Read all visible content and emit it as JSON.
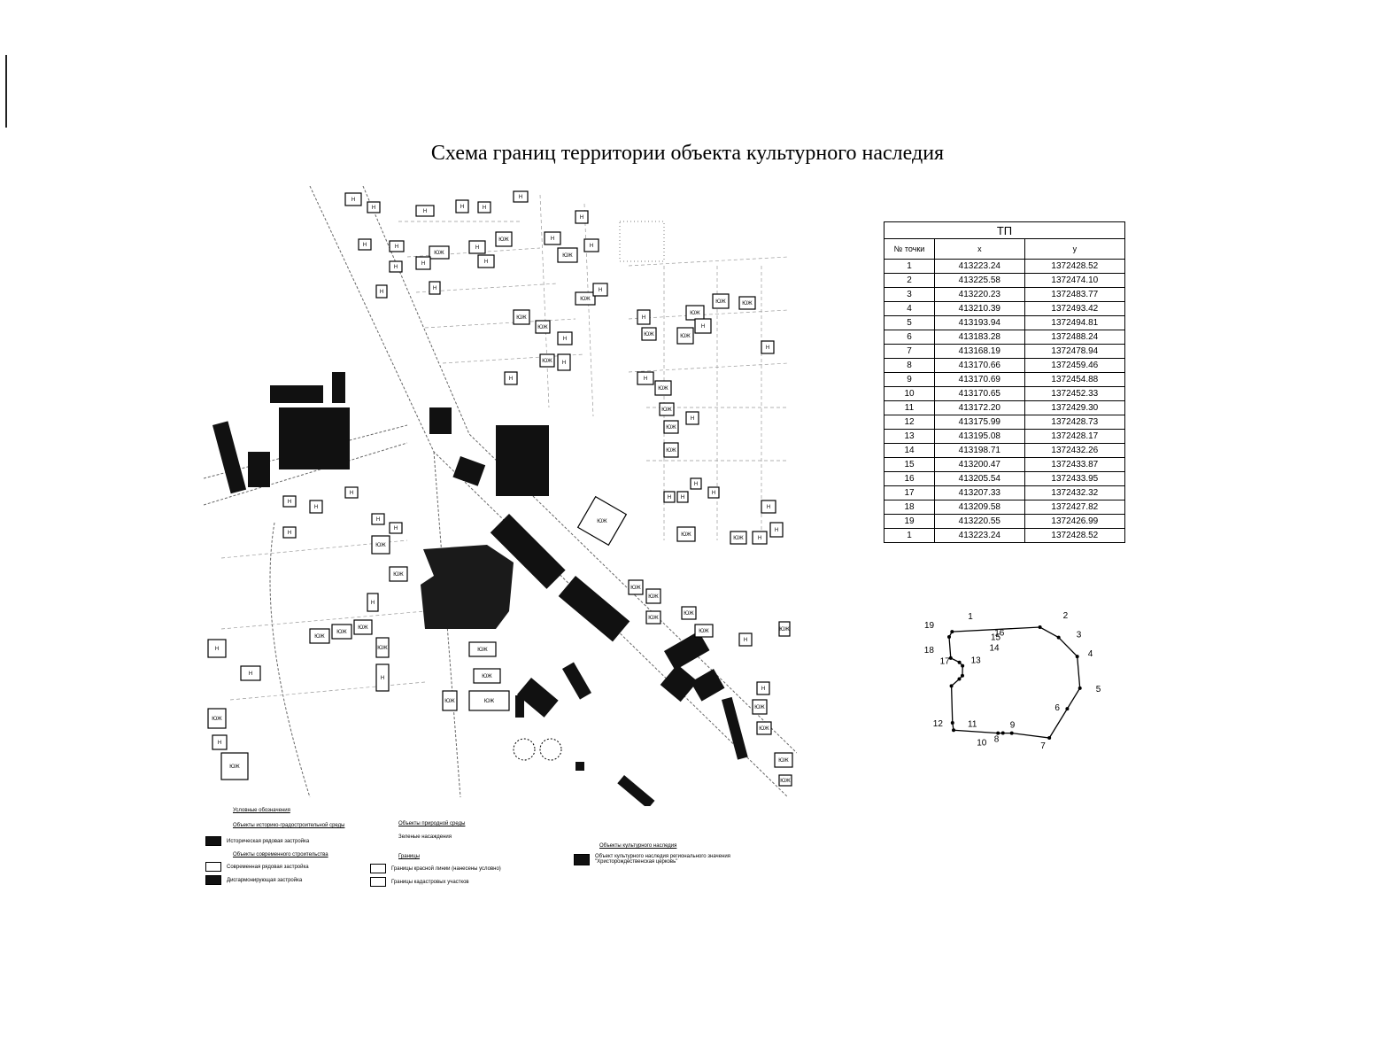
{
  "title": "Схема границ территории объекта культурного наследия",
  "map": {
    "icons": [
      "church-icon",
      "tree-icon"
    ],
    "building_labels": {
      "residential": "Н",
      "non_residential": "ЮЖ"
    }
  },
  "legend": {
    "title": "Условные обозначения",
    "group_historic": "Объекты историко-градостроительной среды",
    "historic_row": "Историческая рядовая застройка",
    "group_modern": "Объекты современного строительства",
    "modern_row": "Современная рядовая застройка",
    "dissonant": "Дисгармонирующая застройка",
    "group_nature": "Объекты природной среды",
    "greenery": "Зеленые насаждения",
    "group_borders": "Границы",
    "red_lines": "Границы красной линии (нанесены условно)",
    "cadastral": "Границы кадастровых участков",
    "group_heritage": "Объекты культурного наследия",
    "heritage_object": "Объект культурного наследия регионального значения \"Христорождественская церковь\""
  },
  "table": {
    "title": "ТП",
    "col_point": "№ точки",
    "col_x": "x",
    "col_y": "y",
    "rows": [
      [
        "1",
        "413223.24",
        "1372428.52"
      ],
      [
        "2",
        "413225.58",
        "1372474.10"
      ],
      [
        "3",
        "413220.23",
        "1372483.77"
      ],
      [
        "4",
        "413210.39",
        "1372493.42"
      ],
      [
        "5",
        "413193.94",
        "1372494.81"
      ],
      [
        "6",
        "413183.28",
        "1372488.24"
      ],
      [
        "7",
        "413168.19",
        "1372478.94"
      ],
      [
        "8",
        "413170.66",
        "1372459.46"
      ],
      [
        "9",
        "413170.69",
        "1372454.88"
      ],
      [
        "10",
        "413170.65",
        "1372452.33"
      ],
      [
        "11",
        "413172.20",
        "1372429.30"
      ],
      [
        "12",
        "413175.99",
        "1372428.73"
      ],
      [
        "13",
        "413195.08",
        "1372428.17"
      ],
      [
        "14",
        "413198.71",
        "1372432.26"
      ],
      [
        "15",
        "413200.47",
        "1372433.87"
      ],
      [
        "16",
        "413205.54",
        "1372433.95"
      ],
      [
        "17",
        "413207.33",
        "1372432.32"
      ],
      [
        "18",
        "413209.58",
        "1372427.82"
      ],
      [
        "19",
        "413220.55",
        "1372426.99"
      ],
      [
        "1",
        "413223.24",
        "1372428.52"
      ]
    ]
  }
}
